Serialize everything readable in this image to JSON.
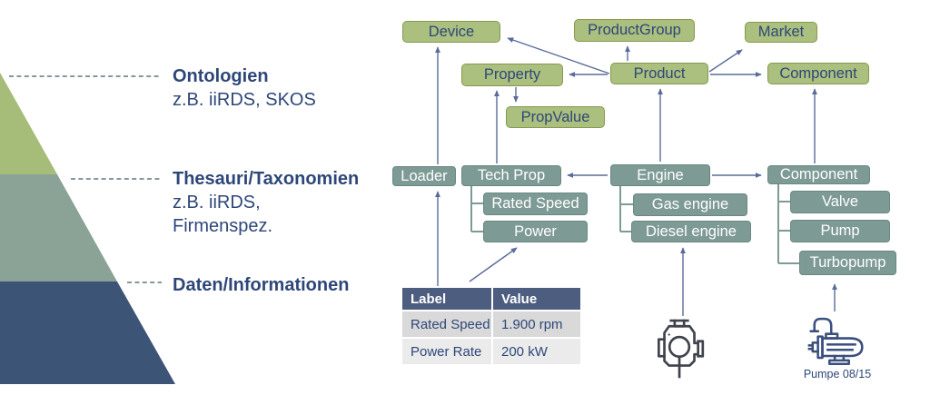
{
  "pyramid": {
    "levels": [
      {
        "title": "Ontologien",
        "subtitle": "z.B. iiRDS, SKOS"
      },
      {
        "title": "Thesauri/Taxonomien",
        "subtitle": "z.B. iiRDS,",
        "subtitle2": "Firmenspez."
      },
      {
        "title": "Daten/Informationen"
      }
    ]
  },
  "ontology_nodes": {
    "device": "Device",
    "product_group": "ProductGroup",
    "market": "Market",
    "property": "Property",
    "product": "Product",
    "component": "Component",
    "prop_value": "PropValue"
  },
  "taxonomy_nodes": {
    "loader": "Loader",
    "tech_prop": "Tech Prop",
    "engine": "Engine",
    "component": "Component",
    "rated_speed": "Rated Speed",
    "power": "Power",
    "gas_engine": "Gas engine",
    "diesel_engine": "Diesel engine",
    "valve": "Valve",
    "pump": "Pump",
    "turbopump": "Turbopump"
  },
  "data_table": {
    "headers": [
      "Label",
      "Value"
    ],
    "rows": [
      {
        "label": "Rated Speed",
        "value": "1.900 rpm"
      },
      {
        "label": "Power Rate",
        "value": "200 kW"
      }
    ]
  },
  "captions": {
    "pump": "Pumpe 08/15"
  },
  "icons": {
    "engine": "engine-icon",
    "pump": "pump-icon"
  },
  "colors": {
    "pyramid_olive": "#a5bd78",
    "pyramid_sage": "#8ba396",
    "pyramid_navy": "#3c5476",
    "node_green_fill": "#abbf7e",
    "node_green_border": "#87994f",
    "node_teal_fill": "#7d9a94",
    "node_teal_border": "#6a8882",
    "arrow": "#5a6b9a",
    "text_navy": "#2e4779",
    "dashed_line": "#84999e",
    "table_header_bg": "#4d5d80",
    "table_row1_bg": "#d9d9d9",
    "table_row2_bg": "#ebebeb"
  }
}
